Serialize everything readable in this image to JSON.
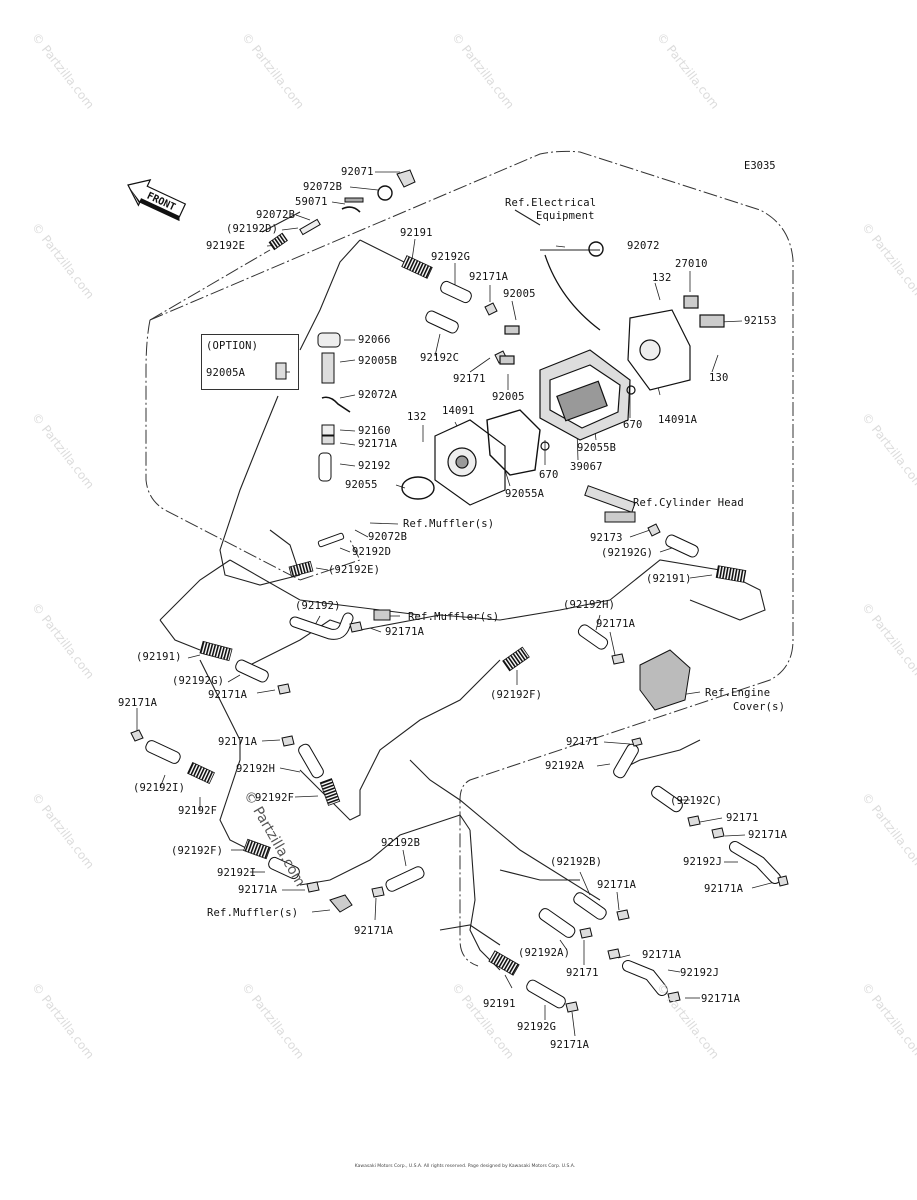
{
  "diagram_code": "E3035",
  "front_label": "FRONT",
  "option_label": "(OPTION)",
  "watermark": "© Partzilla.com",
  "copyright": "Kawasaki Motors Corp., U.S.A. All rights reserved. Page designed by Kawasaki Motors Corp. U.S.A.",
  "labels": {
    "l01": "92071",
    "l02": "92072B",
    "l03": "59071",
    "l04": "92072B",
    "l05": "(92192D)",
    "l06": "92192E",
    "l07": "92191",
    "l08": "92192G",
    "l09": "92171A",
    "l10": "92005",
    "l11": "92192C",
    "l12": "92171",
    "l13": "92066",
    "l14": "92005B",
    "l15": "92005A",
    "l16": "92072A",
    "l17": "92160",
    "l18": "92171A",
    "l19": "92192",
    "l20": "132",
    "l21": "14091",
    "l22": "92005",
    "l23": "92055",
    "l24": "92055A",
    "l25": "670",
    "l26": "39067",
    "l27": "92055B",
    "l28": "670",
    "l29": "14091A",
    "l30": "130",
    "l31": "92153",
    "l32": "27010",
    "l33": "132",
    "l34": "92072",
    "l35": "Ref.Electrical",
    "l36": "Equipment",
    "l37": "Ref.Cylinder Head",
    "l38": "92173",
    "l39": "(92192G)",
    "l40": "(92191)",
    "l41": "Ref.Muffler(s)",
    "l42": "92072B",
    "l43": "92192D",
    "l44": "(92192E)",
    "l45": "(92192)",
    "l46": "Ref.Muffler(s)",
    "l47": "92171A",
    "l48": "(92191)",
    "l49": "(92192G)",
    "l50": "92171A",
    "l51": "(92192H)",
    "l52": "92171A",
    "l53": "(92192F)",
    "l54": "Ref.Engine",
    "l55": "Cover(s)",
    "l56": "92171",
    "l57": "92192A",
    "l58": "92171A",
    "l59": "(92192I)",
    "l60": "92192F",
    "l61": "92171A",
    "l62": "92192H",
    "l63": "92192F",
    "l64": "(92192F)",
    "l65": "92192I",
    "l66": "92171A",
    "l67": "Ref.Muffler(s)",
    "l68": "92171A",
    "l69": "92192B",
    "l70": "(92192B)",
    "l71": "92171A",
    "l72": "(92192A)",
    "l73": "92171",
    "l74": "92191",
    "l75": "92192G",
    "l76": "92171A",
    "l77": "(92192C)",
    "l78": "92171",
    "l79": "92171A",
    "l80": "92192J",
    "l81": "92171A",
    "l82": "92171A",
    "l83": "92192J",
    "l84": "92171A"
  }
}
